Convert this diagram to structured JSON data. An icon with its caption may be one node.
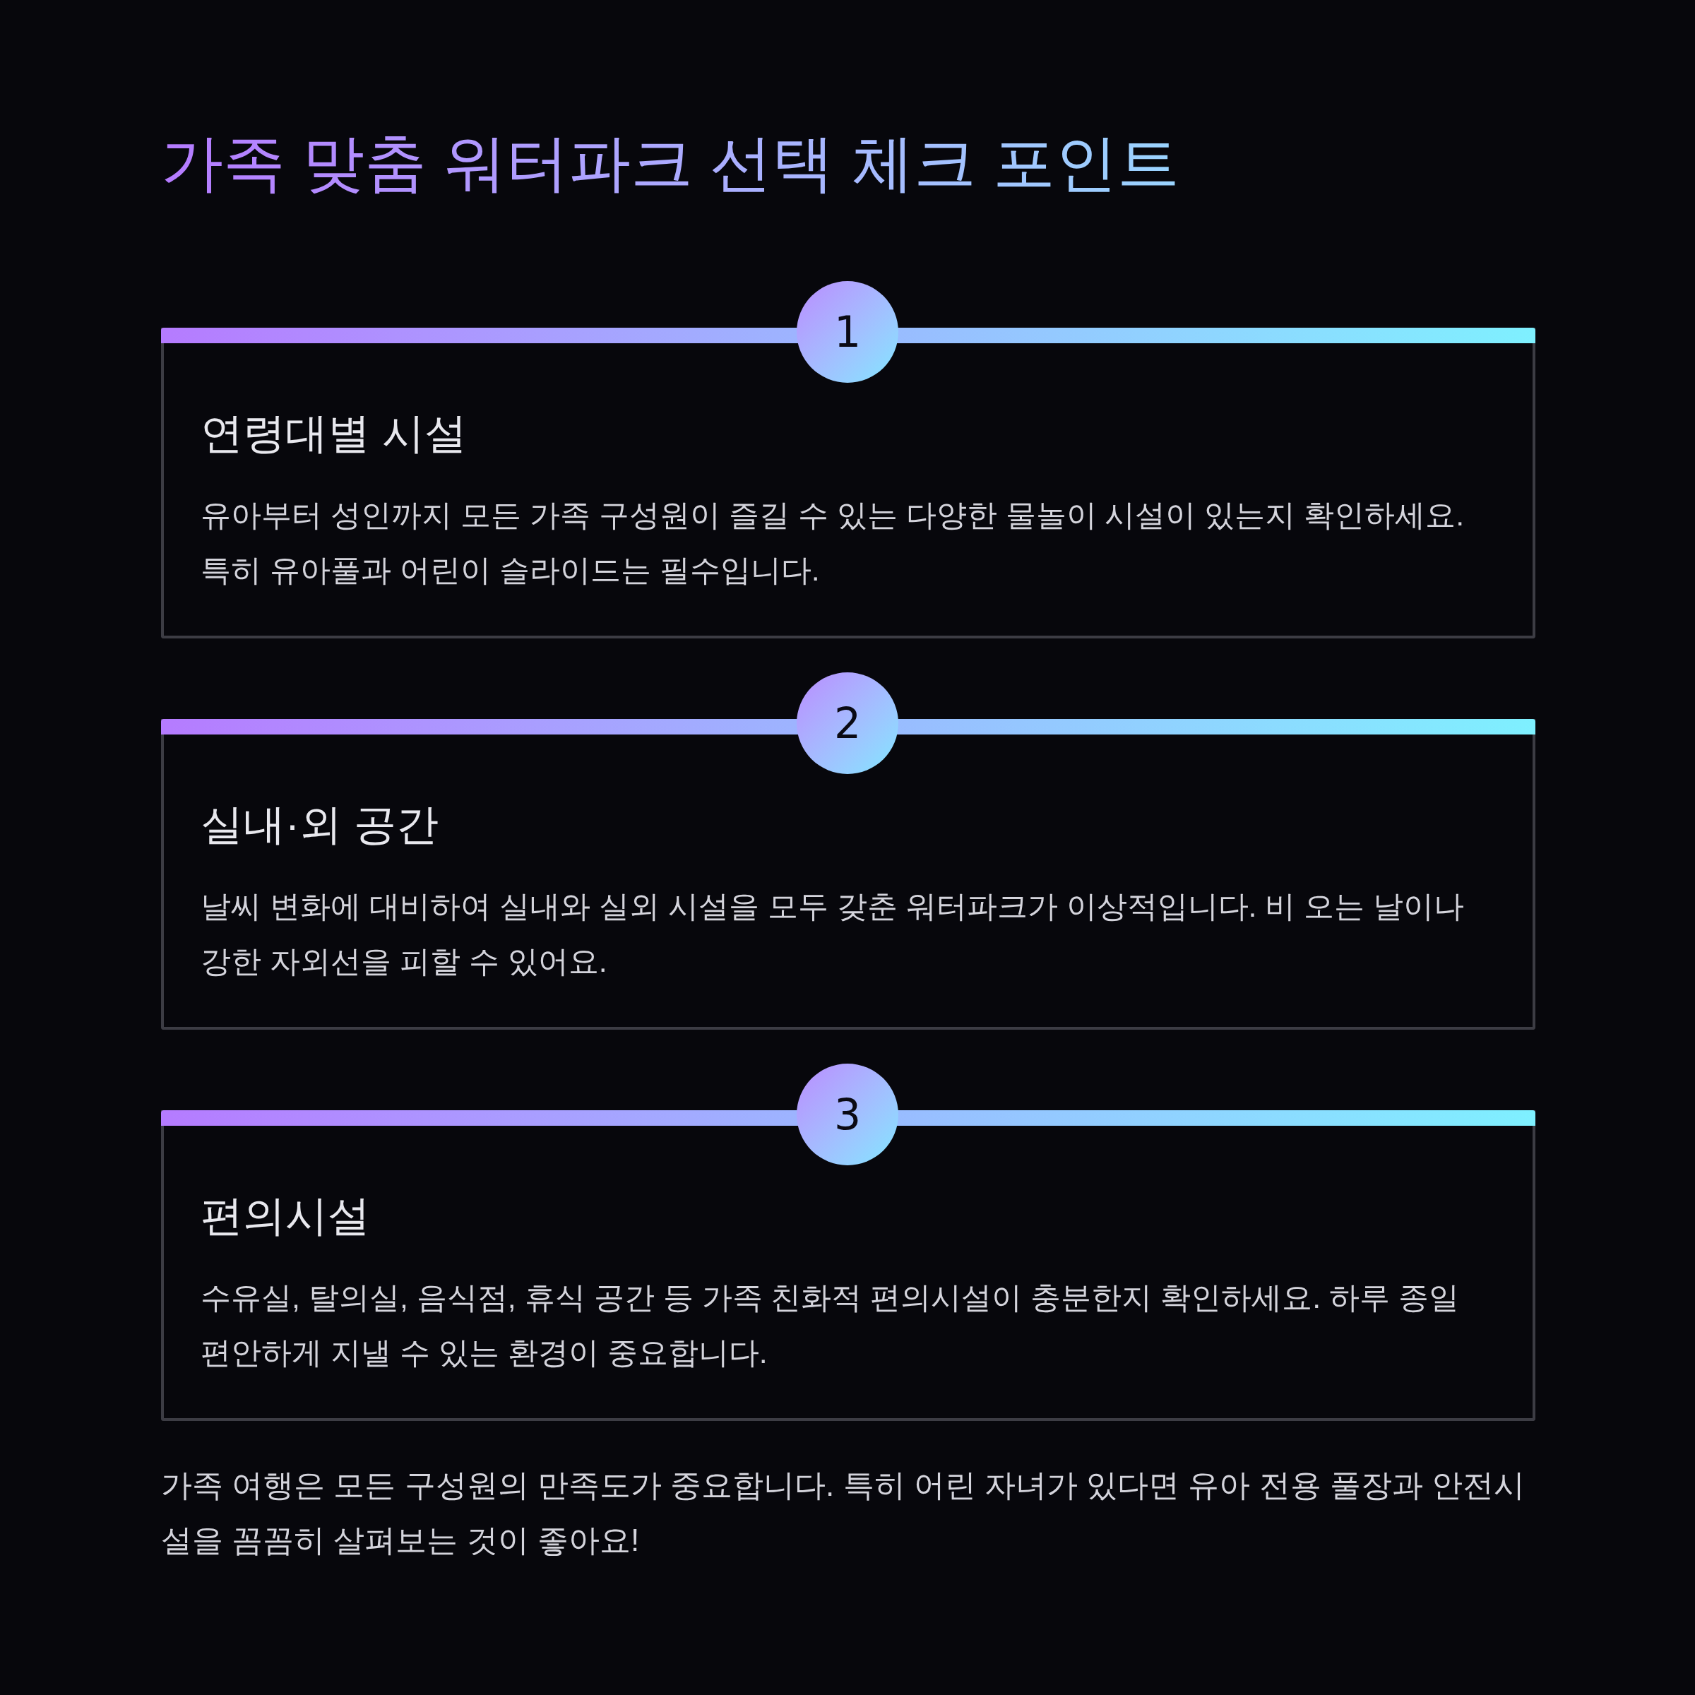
{
  "diagram": {
    "title": "가족 맞춤 워터파크 선택 체크 포인트",
    "nodes": [
      {
        "text": [
          "1",
          "연령대별 시설",
          "유아부터 성인까지 모든 가족 구성원이 즐길 수 있는 다양한 물놀이 시설이 있는지 확인하세요. 특히 유아풀과 어린이 슬라이드는 필수입니다."
        ]
      },
      {
        "text": [
          "2",
          "실내·외 공간",
          "날씨 변화에 대비하여 실내와 실외 시설을 모두 갖춘 워터파크가 이상적입니다. 비 오는 날이나 강한 자외선을 피할 수 있어요."
        ]
      },
      {
        "text": [
          "3",
          "편의시설",
          "수유실, 탈의실, 음식점, 휴식 공간 등 가족 친화적 편의시설이 충분한지 확인하세요. 하루 종일 편안하게 지낼 수 있는 환경이 중요합니다."
        ]
      }
    ],
    "labels": [
      "가족 여행은 모든 구성원의 만족도가 중요합니다. 특히 어린 자녀가 있다면 유아 전용 풀장과 안전시설을 꼼꼼히 살펴보는 것이 좋아요!"
    ]
  }
}
